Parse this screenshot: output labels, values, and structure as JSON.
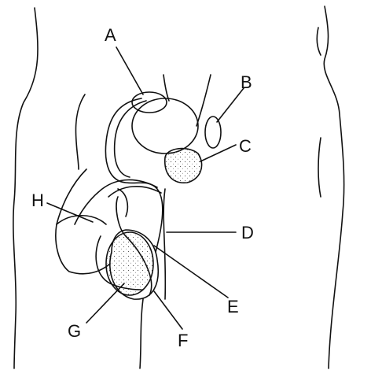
{
  "labels": {
    "A": "A",
    "B": "B",
    "C": "C",
    "D": "D",
    "E": "E",
    "F": "F",
    "G": "G",
    "H": "H"
  },
  "colors": {
    "ink": "#111111",
    "background": "#ffffff"
  }
}
